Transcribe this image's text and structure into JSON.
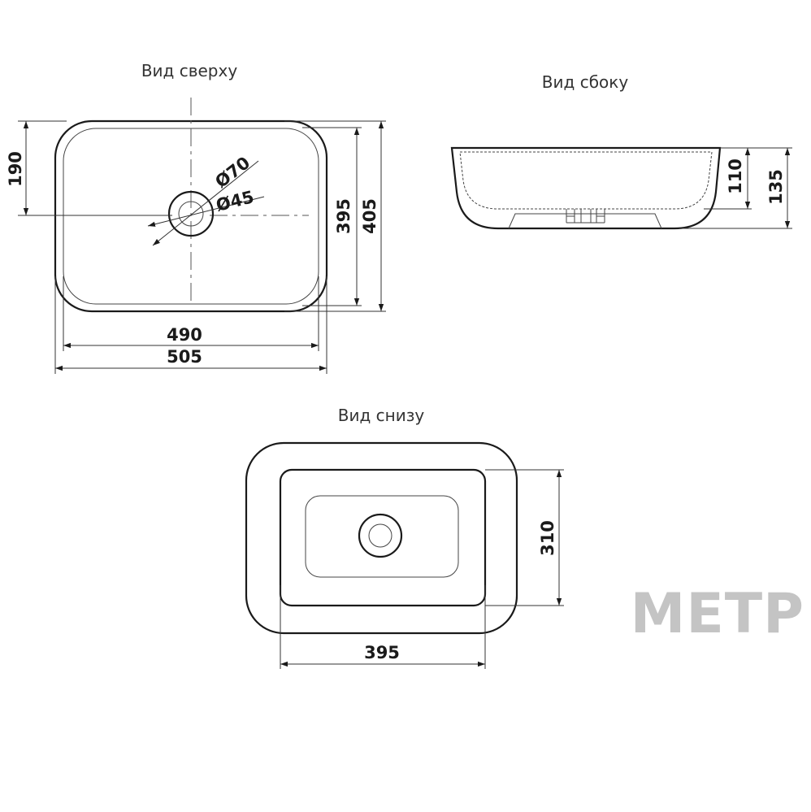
{
  "views": {
    "top": {
      "title": "Вид сверху"
    },
    "side": {
      "title": "Вид сбоку"
    },
    "bottom": {
      "title": "Вид снизу"
    }
  },
  "dimensions": {
    "top_width_inner": "490",
    "top_width_outer": "505",
    "top_depth_inner": "395",
    "top_depth_outer": "405",
    "top_drain_offset": "190",
    "drain_diameter_outer": "Ø70",
    "drain_diameter_inner": "Ø45",
    "side_height_inner": "110",
    "side_height_outer": "135",
    "bottom_width": "395",
    "bottom_depth": "310"
  },
  "brand": {
    "text": "МЕТР"
  },
  "colors": {
    "line": "#1a1a1a",
    "brand": "#c4c4c4"
  }
}
